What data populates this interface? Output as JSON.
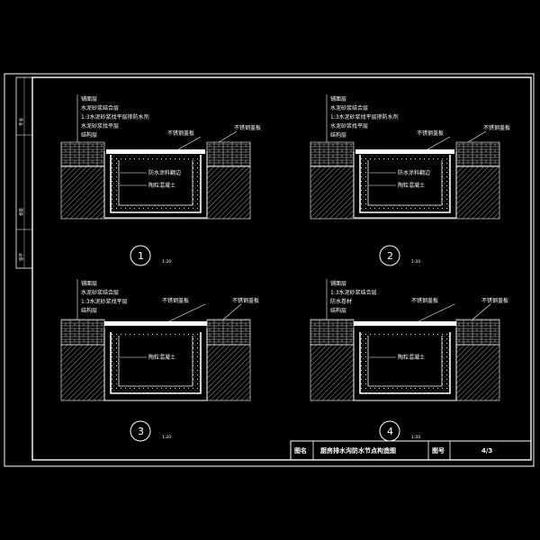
{
  "colors": {
    "background": "#000000",
    "line": "#ffffff",
    "hatch": "#bdbdbd",
    "frame": "#ffffff"
  },
  "side_strip": [
    "专业",
    "会签",
    "签字"
  ],
  "details": [
    {
      "number": "1",
      "scale": "1:20",
      "left_labels": [
        "铺面层",
        "水泥砂浆结合层",
        "1:3水泥砂浆找平层掺防水剂",
        "水泥砂浆找平层",
        "结构层"
      ],
      "right_label": "不锈钢盖板",
      "top_label": "不锈钢盖板",
      "inner_labels": [
        "防水涂料翻边",
        "陶粒混凝土"
      ]
    },
    {
      "number": "2",
      "scale": "1:20",
      "left_labels": [
        "铺面层",
        "水泥砂浆结合层",
        "1:3水泥砂浆找平层掺防水剂",
        "水泥砂浆找平层",
        "结构层"
      ],
      "right_label": "不锈钢盖板",
      "top_label": "不锈钢盖板",
      "inner_labels": [
        "防水涂料翻边",
        "陶粒混凝土"
      ]
    },
    {
      "number": "3",
      "scale": "1:20",
      "left_labels": [
        "铺面层",
        "水泥砂浆结合层",
        "1:3水泥砂浆找平层",
        "结构层"
      ],
      "right_label": "不锈钢盖板",
      "top_label": "不锈钢盖板",
      "inner_labels": [
        "陶粒混凝土"
      ]
    },
    {
      "number": "4",
      "scale": "1:20",
      "left_labels": [
        "铺面层",
        "1:3水泥砂浆结合层",
        "防水卷材",
        "结构层"
      ],
      "right_label": "不锈钢盖板",
      "top_label": "不锈钢盖板",
      "inner_labels": [
        "陶粒混凝土"
      ]
    }
  ],
  "title_block": {
    "name_label": "图名",
    "name_value": "厨房排水沟防水节点构造图",
    "number_label": "图号",
    "number_value": "4/3"
  }
}
